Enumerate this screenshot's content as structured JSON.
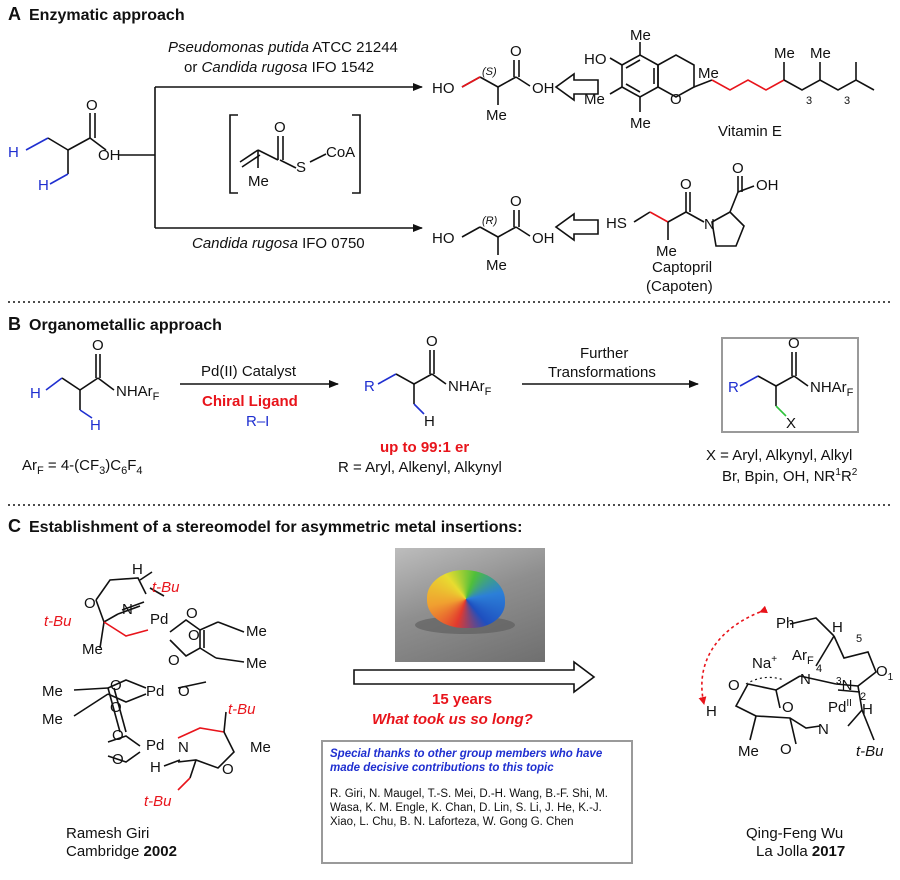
{
  "sectionA": {
    "letter": "A",
    "title": "Enzymatic approach",
    "start": {
      "h_top": "H",
      "oh": "OH",
      "o": "O",
      "h_bottom": "H"
    },
    "cond_top_line1_italic": "Pseudomonas putida",
    "cond_top_line1_rest": " ATCC 21244",
    "cond_top_line2_pre": "or ",
    "cond_top_line2_italic": "Candida rugosa",
    "cond_top_line2_rest": " IFO 1542",
    "cond_bottom_italic": "Candida rugosa",
    "cond_bottom_rest": " IFO 0750",
    "intermediate": {
      "s": "S",
      "coa": "CoA",
      "me": "Me",
      "o": "O"
    },
    "product_s": {
      "ho": "HO",
      "oh": "OH",
      "o": "O",
      "me": "Me",
      "stereo": "(S)"
    },
    "product_r": {
      "ho": "HO",
      "oh": "OH",
      "o": "O",
      "me": "Me",
      "stereo": "(R)"
    },
    "vitamin_e": {
      "name": "Vitamin E",
      "ho": "HO",
      "me_top": "Me",
      "me_left": "Me",
      "me_bottom": "Me",
      "me_c2": "Me",
      "o": "O",
      "me_chain1": "Me",
      "me_chain2": "Me",
      "sub3a": "3",
      "sub3b": "3"
    },
    "captopril": {
      "name1": "Captopril",
      "name2": "(Capoten)",
      "hs": "HS",
      "me": "Me",
      "n": "N",
      "o1": "O",
      "o2": "O",
      "oh": "OH"
    }
  },
  "sectionB": {
    "letter": "B",
    "title": "Organometallic approach",
    "sm": {
      "h_top": "H",
      "nhar": "NHAr",
      "sub": "F",
      "o": "O",
      "h_bottom": "H"
    },
    "arf_def": {
      "ar": "Ar",
      "sub": "F",
      "rest": " = 4-(CF",
      "sub2": "3",
      "rest2": ")C",
      "sub3": "6",
      "rest3": "F",
      "sub4": "4"
    },
    "catalyst": "Pd(II) Catalyst",
    "ligand": "Chiral Ligand",
    "reagent": "R–I",
    "product": {
      "r": "R",
      "nhar": "NHAr",
      "sub": "F",
      "o": "O",
      "h": "H"
    },
    "er": "up to 99:1 er",
    "r_def": "R = Aryl, Alkenyl, Alkynyl",
    "further1": "Further",
    "further2": "Transformations",
    "final": {
      "r": "R",
      "nhar": "NHAr",
      "sub": "F",
      "o": "O",
      "x": "X"
    },
    "x_def1": "X = Aryl, Alkynyl, Alkyl",
    "x_def2_pre": "Br, Bpin, OH, NR",
    "x_def2_sup1": "1",
    "x_def2_mid": "R",
    "x_def2_sup2": "2"
  },
  "sectionC": {
    "letter": "C",
    "title": "Establishment of a stereomodel for asymmetric metal insertions:",
    "left_author": "Ramesh Giri",
    "left_place": "Cambridge ",
    "left_year": "2002",
    "years": "15 years",
    "question": "What took us so long?",
    "thanks_title": "Special thanks to other group members who have made decisive contributions to this topic",
    "thanks_names": "R. Giri, N. Maugel, T.-S. Mei, D.-H. Wang, B.-F. Shi, M. Wasa, K. M. Engle, K. Chan, D. Lin, S. Li, J. He, K.-J. Xiao, L. Chu, B. N. Laforteza, W. Gong G. Chen",
    "right_author": "Qing-Feng Wu",
    "right_place": "La Jolla ",
    "right_year": "2017",
    "dimer": {
      "h1": "H",
      "tbu1": "t-Bu",
      "n1": "N",
      "pd1": "Pd",
      "o1": "O",
      "tbu2": "t-Bu",
      "me1": "Me",
      "me2": "Me",
      "me3": "Me",
      "pd2": "Pd",
      "me4": "Me",
      "me5": "Me",
      "pd3": "Pd",
      "tbu3": "t-Bu",
      "me6": "Me",
      "h2": "H",
      "n2": "N",
      "o2": "O",
      "tbu4": "t-Bu",
      "o_generic": "O"
    },
    "model": {
      "ph": "Ph",
      "h1": "H",
      "n5": "5",
      "na": "Na",
      "na_sup": "+",
      "arf": "Ar",
      "arf_sub": "F",
      "o1": "O",
      "sub1": "1",
      "n3": "N",
      "sup3": "3",
      "c4": "4",
      "c2": "2",
      "pd": "Pd",
      "pd_sup": "II",
      "h2": "H",
      "o2": "O",
      "n_amide": "N",
      "o3": "O",
      "me": "Me",
      "tbu": "t-Bu",
      "o4": "O"
    }
  },
  "colors": {
    "red": "#e8141b",
    "blue": "#1f2fd0",
    "green": "#2ec23a",
    "line": "#111111"
  }
}
